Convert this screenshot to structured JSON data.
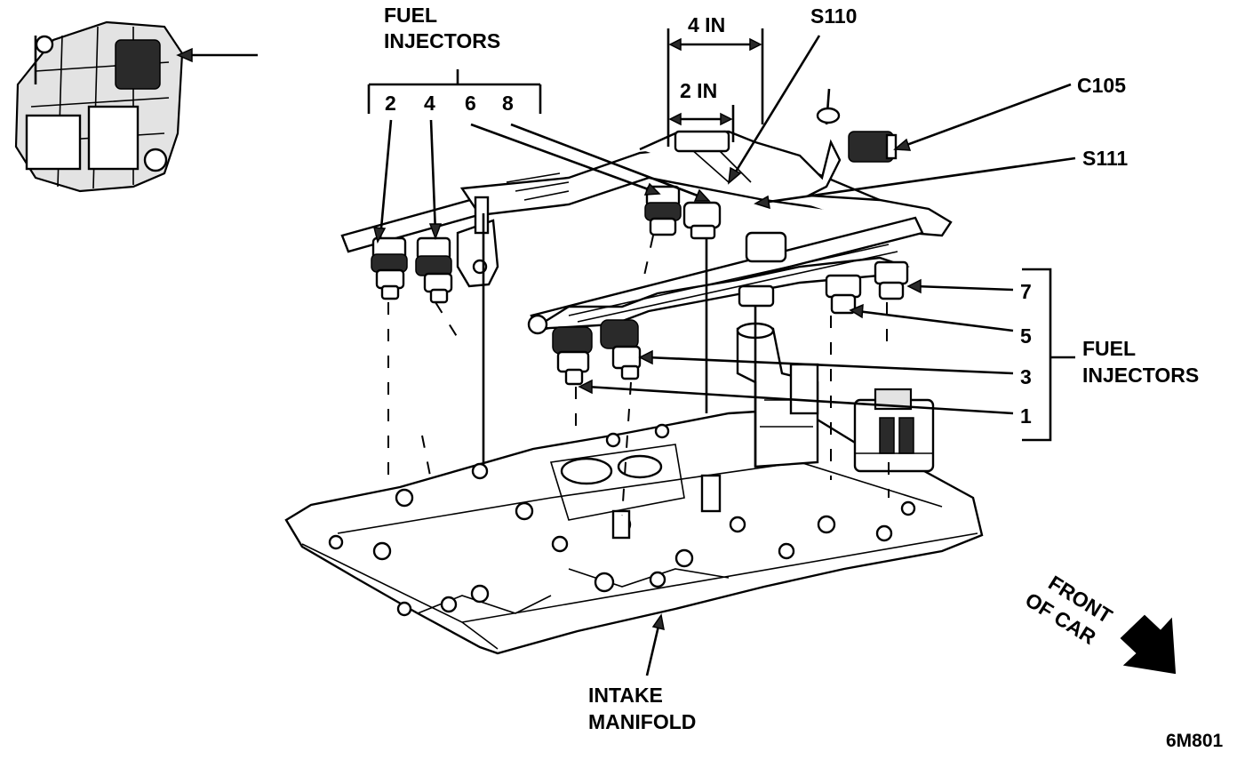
{
  "labels": {
    "fuel_injectors_top_line1": "FUEL",
    "fuel_injectors_top_line2": "INJECTORS",
    "injector_2": "2",
    "injector_4": "4",
    "injector_6": "6",
    "injector_8": "8",
    "dim_4in": "4 IN",
    "dim_2in": "2 IN",
    "s110": "S110",
    "c105": "C105",
    "s111": "S111",
    "injector_7": "7",
    "injector_5": "5",
    "injector_3": "3",
    "injector_1": "1",
    "fuel_injectors_right_line1": "FUEL",
    "fuel_injectors_right_line2": "INJECTORS",
    "intake_manifold_line1": "INTAKE",
    "intake_manifold_line2": "MANIFOLD",
    "front_of_car_line1": "FRONT",
    "front_of_car_line2": "OF CAR",
    "figure_code": "6M801"
  }
}
